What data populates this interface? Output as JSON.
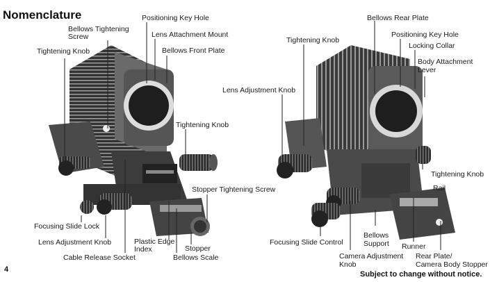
{
  "page": {
    "title": "Nomenclature",
    "page_number": "4",
    "notice": "Subject to change without notice."
  },
  "left_figure": {
    "labels": {
      "positioning_key_hole": "Positioning Key Hole",
      "bellows_tightening_screw_1": "Bellows Tightening",
      "bellows_tightening_screw_2": "Screw",
      "lens_attachment_mount": "Lens Attachment Mount",
      "tightening_knob_top": "Tightening Knob",
      "bellows_front_plate": "Bellows Front Plate",
      "tightening_knob_right": "Tightening Knob",
      "stopper_tightening_screw": "Stopper Tightening Screw",
      "focusing_slide_lock": "Focusing Slide Lock",
      "lens_adjustment_knob": "Lens Adjustment Knob",
      "plastic_edge_index_1": "Plastic Edge",
      "plastic_edge_index_2": "Index",
      "stopper": "Stopper",
      "cable_release_socket": "Cable Release Socket",
      "bellows_scale": "Bellows Scale"
    }
  },
  "right_figure": {
    "labels": {
      "bellows_rear_plate": "Bellows Rear Plate",
      "tightening_knob_top": "Tightening Knob",
      "positioning_key_hole": "Positioning Key Hole",
      "locking_collar": "Locking Collar",
      "body_attachment_lever_1": "Body Attachment",
      "body_attachment_lever_2": "Lever",
      "lens_adjustment_knob": "Lens Adjustment Knob",
      "tightening_knob_right": "Tightening Knob",
      "rail": "Rail",
      "focusing_slide_control": "Focusing Slide Control",
      "bellows_support_1": "Bellows",
      "bellows_support_2": "Support",
      "runner": "Runner",
      "camera_adjustment_knob_1": "Camera Adjustment",
      "camera_adjustment_knob_2": "Knob",
      "rear_plate_1": "Rear Plate/",
      "rear_plate_2": "Camera Body Stopper"
    }
  }
}
